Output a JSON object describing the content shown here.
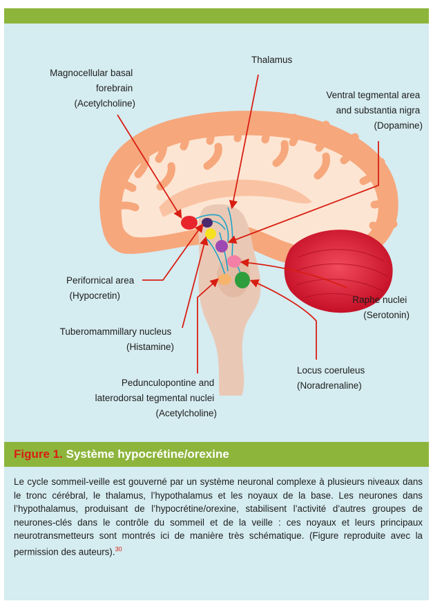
{
  "diagram": {
    "labels": {
      "magnocellular": [
        "Magnocellular basal",
        "forebrain",
        "(Acetylcholine)"
      ],
      "thalamus": [
        "Thalamus"
      ],
      "ventral": [
        "Ventral tegmental area",
        "and substantia nigra",
        "(Dopamine)"
      ],
      "perifornical": [
        "Perifornical area",
        "(Hypocretin)"
      ],
      "raphe": [
        "Raphe nuclei",
        "(Serotonin)"
      ],
      "tuberomammillary": [
        "Tuberomammillary nucleus",
        "(Histamine)"
      ],
      "locus": [
        "Locus coeruleus",
        "(Noradrenaline)"
      ],
      "pedunculo": [
        "Pedunculopontine and",
        "laterodorsal tegmental nuclei",
        "(Acetylcholine)"
      ]
    },
    "colors": {
      "cortex": "#f6a77c",
      "white_matter": "#fde5d3",
      "brainstem": "#e9c9b6",
      "cerebellum": "#d8102a",
      "arrow": "#d81e12",
      "connector": "#1aa3c9"
    }
  },
  "caption": {
    "number": "Figure 1.",
    "title": "Système hypocrétine/orexine"
  },
  "body": {
    "text": "Le cycle sommeil-veille est gouverné par un système neuronal complexe à plusieurs niveaux dans le tronc cérébral, le thalamus, l’hypothalamus et les noyaux de la base. Les neurones dans l’hypothalamus, produisant de l’hypocrétine/orexine, stabilisent l’activité d’autres groupes de neurones-clés dans le contrôle du sommeil et de la veille : ces noyaux et leurs principaux neurotransmetteurs sont montrés ici de manière très schématique. (Figure reproduite avec la permission des auteurs).",
    "reference": "30"
  }
}
